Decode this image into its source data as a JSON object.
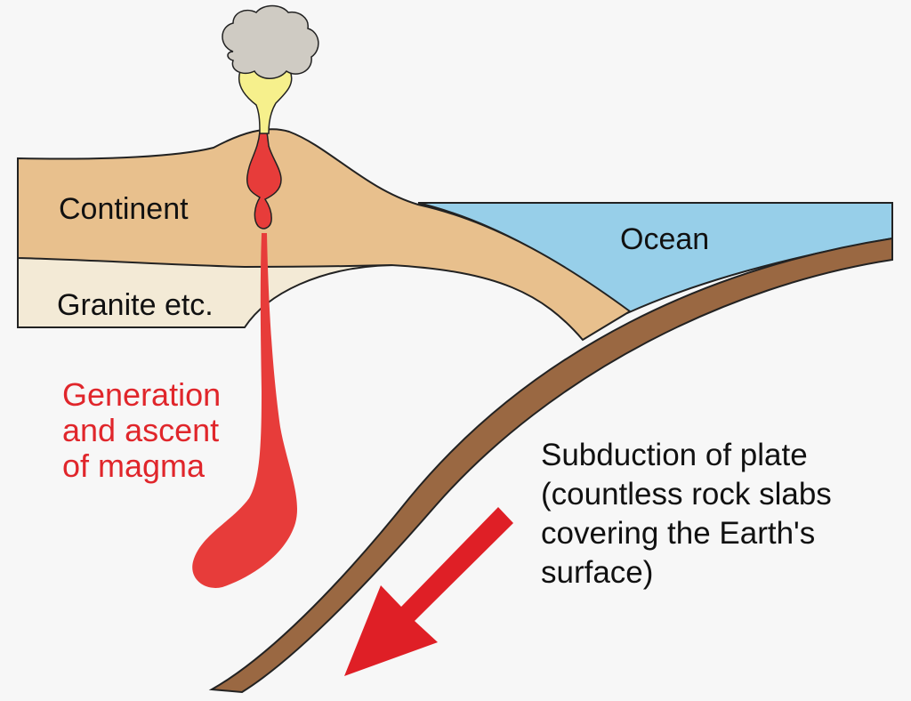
{
  "labels": {
    "continent": "Continent",
    "ocean": "Ocean",
    "granite": "Granite etc.",
    "magma_lines": [
      "Generation",
      "and ascent",
      "of magma"
    ],
    "subduction_lines": [
      "Subduction of plate",
      "(countless rock slabs",
      "covering the Earth's",
      "surface)"
    ]
  },
  "colors": {
    "background": "#f7f7f7",
    "continent": "#e8c08d",
    "granite": "#f3ead6",
    "ocean": "#97cfe9",
    "plate": "#9a6842",
    "magma": "#e73c3a",
    "arrow": "#df1f26",
    "smoke": "#cfcbc3",
    "eruption": "#f6f08c",
    "magma_text": "#e0262b"
  },
  "icons": [
    "volcano-plume",
    "subduction-arrow"
  ]
}
